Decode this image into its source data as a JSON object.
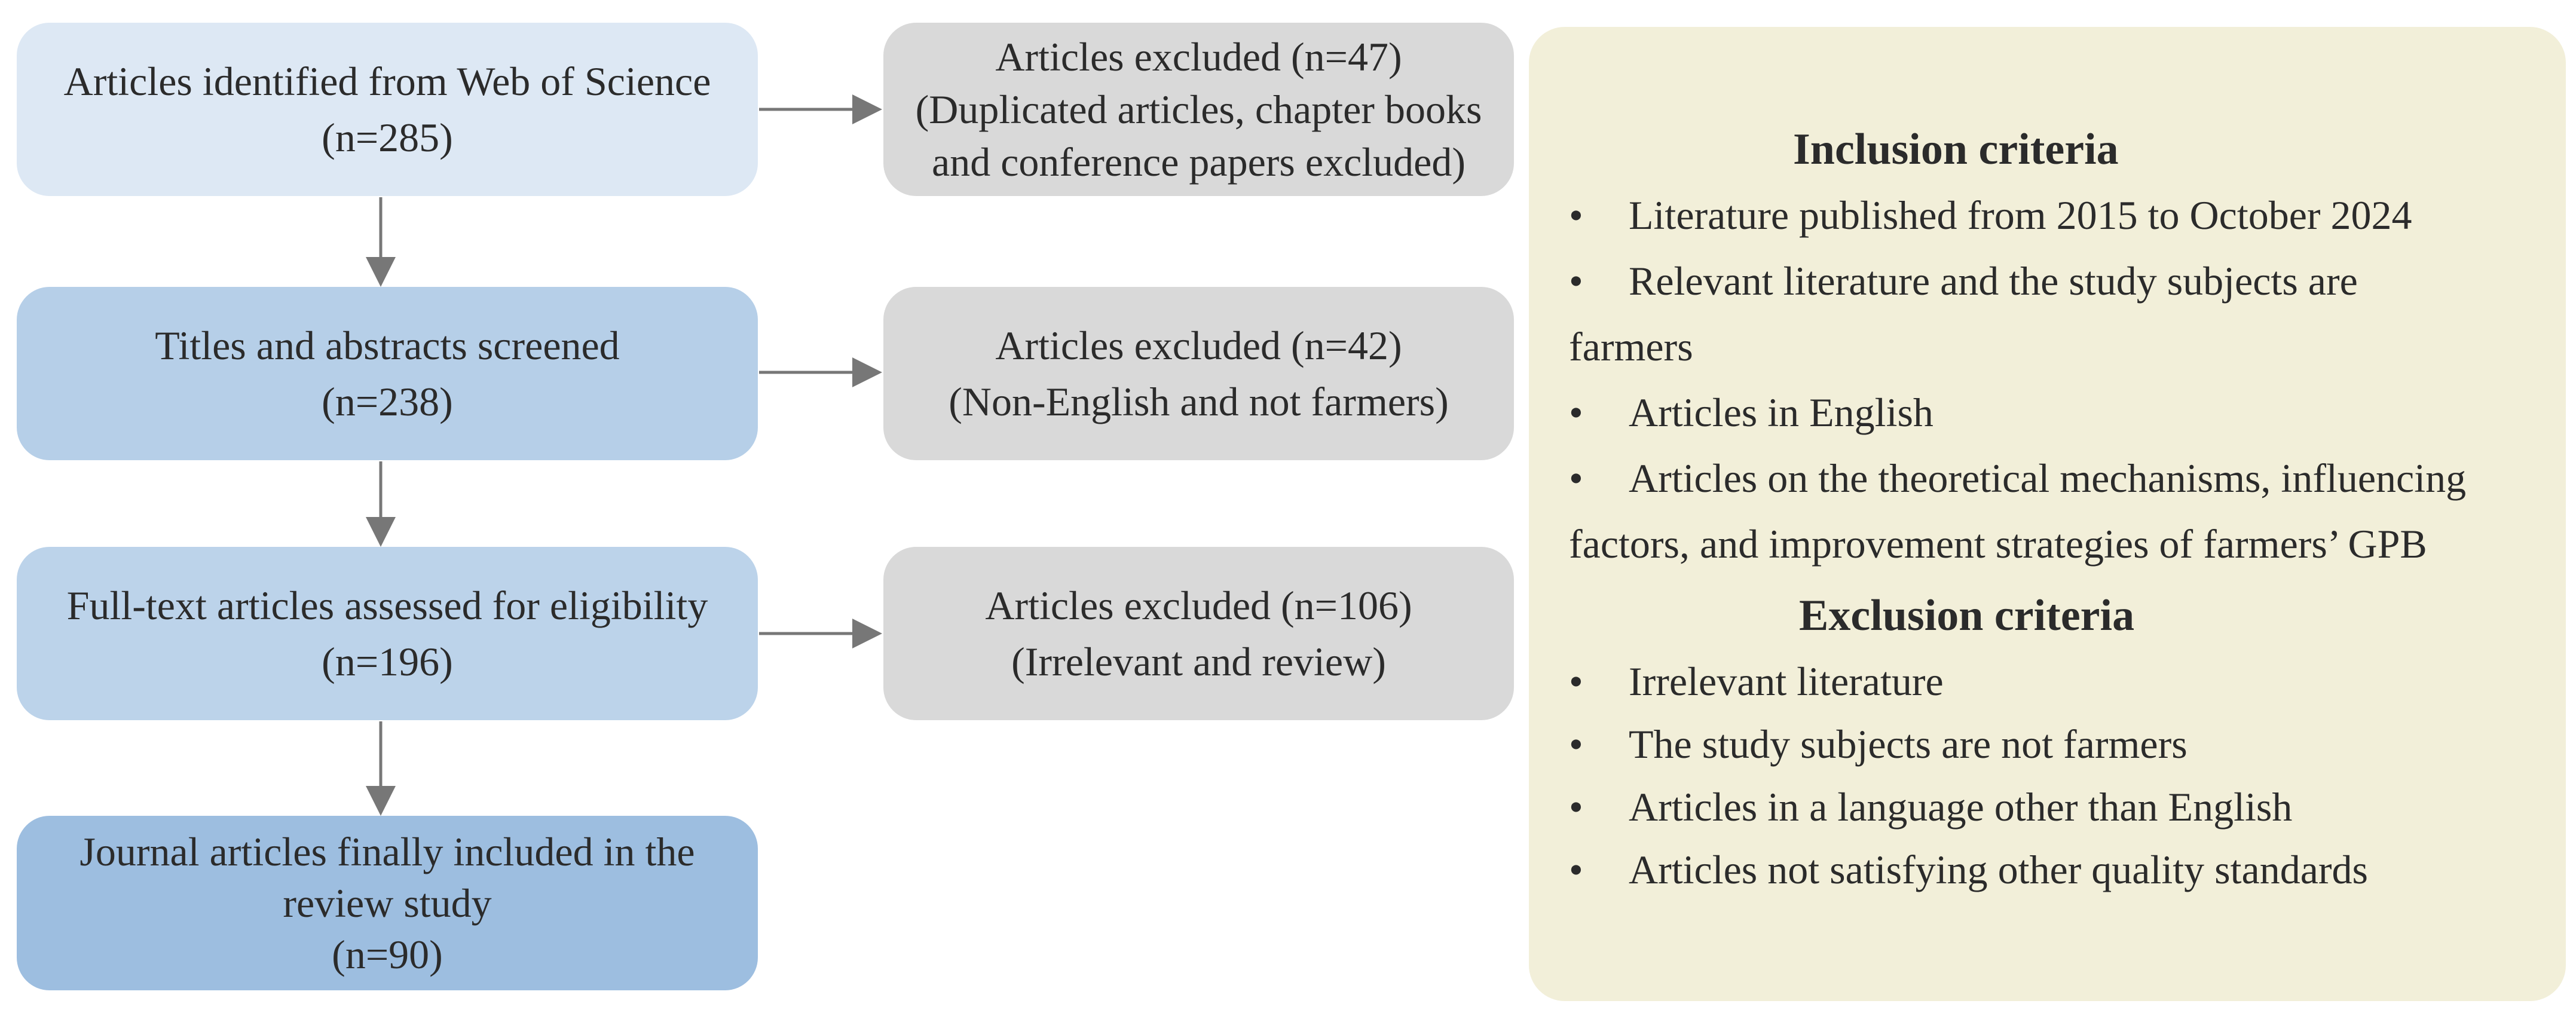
{
  "flow": {
    "identified": {
      "line1": "Articles identified from Web of Science",
      "line2": "(n=285)"
    },
    "screened": {
      "line1": "Titles and abstracts screened",
      "line2": "(n=238)"
    },
    "fulltext": {
      "line1": "Full-text articles assessed for eligibility",
      "line2": "(n=196)"
    },
    "included": {
      "line1": "Journal articles finally included in the",
      "line2": "review study",
      "line3": "(n=90)"
    }
  },
  "excluded": {
    "first": {
      "line1": "Articles excluded (n=47)",
      "line2": "(Duplicated articles, chapter books",
      "line3": "and conference papers excluded)"
    },
    "second": {
      "line1": "Articles excluded (n=42)",
      "line2": "(Non-English and  not farmers)"
    },
    "third": {
      "line1": "Articles excluded (n=106)",
      "line2": "(Irrelevant and review)"
    }
  },
  "criteria": {
    "bullet": "•",
    "inclusion_title": "Inclusion criteria",
    "inclusion": {
      "i1": "Literature published from 2015 to October 2024",
      "i2": "Relevant literature and the study subjects are",
      "i2b": "farmers",
      "i3": "Articles in English",
      "i4": "Articles on the theoretical mechanisms, influencing",
      "i4b": "factors, and improvement strategies of farmers’ GPB"
    },
    "exclusion_title": "Exclusion criteria",
    "exclusion": {
      "e1": "Irrelevant literature",
      "e2": "The study subjects are not farmers",
      "e3": "Articles in a language other than English",
      "e4": "Articles not satisfying other quality standards"
    }
  },
  "colors": {
    "identified_fill": "#dde8f4",
    "screened_fill": "#b6cfe8",
    "fulltext_fill": "#bcd3ea",
    "included_fill": "#9dbee0",
    "excluded_fill": "#d9d9d9",
    "criteria_fill": "#f2efd9",
    "arrow": "#777777"
  }
}
